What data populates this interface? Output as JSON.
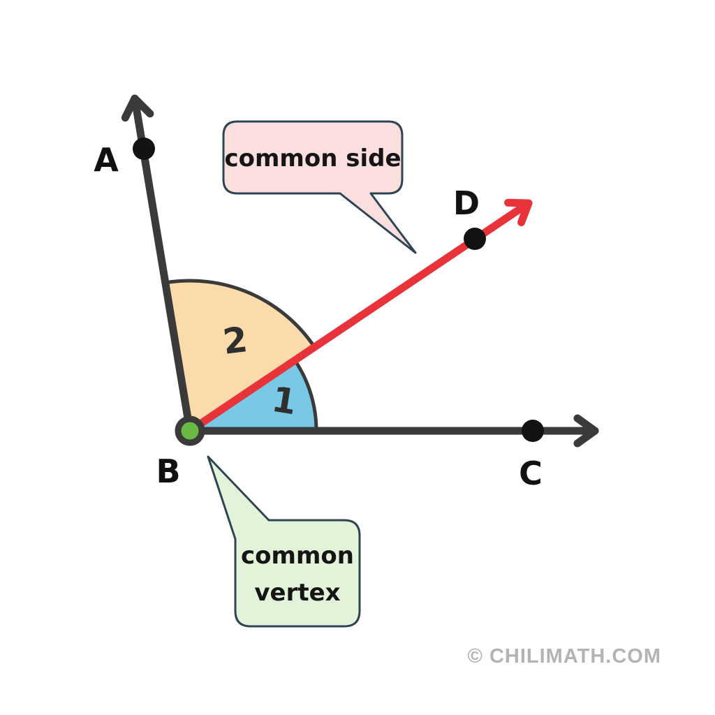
{
  "points": {
    "a": "A",
    "b": "B",
    "c": "C",
    "d": "D"
  },
  "angle_labels": {
    "angle1": "1",
    "angle2": "2"
  },
  "callouts": {
    "common_side": "common side",
    "common_vertex_line1": "common",
    "common_vertex_line2": "vertex"
  },
  "watermark": "© CHILIMATH.COM",
  "colors": {
    "ray_dark": "#3a3a3a",
    "common_side_ray_red": "#e8333a",
    "sector_1_blue": "#79c8e6",
    "sector_2_orange": "#fbdaab",
    "vertex_dot_green": "#6ab944",
    "point_dot_black": "#121212",
    "callout_side_fill": "#fbdede",
    "callout_vertex_fill": "#e2f3d9",
    "callout_stroke": "#2f4453",
    "watermark_gray": "#b3b3b3"
  }
}
